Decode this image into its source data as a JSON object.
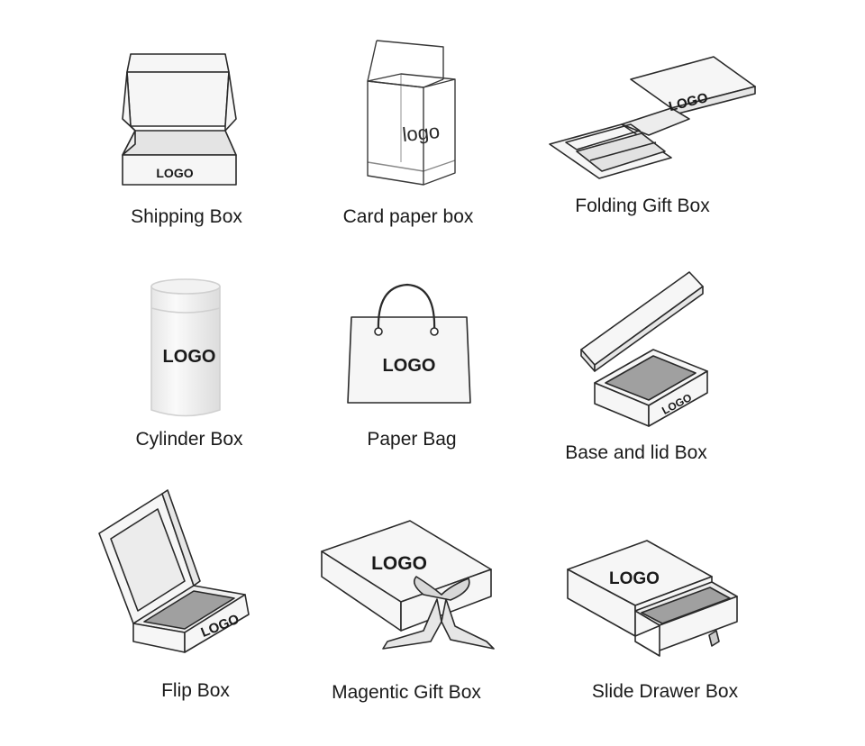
{
  "items": [
    {
      "id": "shipping-box",
      "caption": "Shipping Box",
      "logo": "LOGO"
    },
    {
      "id": "card-paper-box",
      "caption": "Card paper box",
      "logo": "logo"
    },
    {
      "id": "folding-gift-box",
      "caption": "Folding Gift Box",
      "logo": "LOGO"
    },
    {
      "id": "cylinder-box",
      "caption": "Cylinder Box",
      "logo": "LOGO"
    },
    {
      "id": "paper-bag",
      "caption": "Paper Bag",
      "logo": "LOGO"
    },
    {
      "id": "base-lid-box",
      "caption": "Base and lid Box",
      "logo": "LOGO"
    },
    {
      "id": "flip-box",
      "caption": "Flip Box",
      "logo": "LOGO"
    },
    {
      "id": "magnetic-gift-box",
      "caption": "Magentic Gift Box",
      "logo": "LOGO"
    },
    {
      "id": "slide-drawer-box",
      "caption": "Slide Drawer Box",
      "logo": "LOGO"
    }
  ],
  "colors": {
    "stroke": "#2a2a2a",
    "panel": "#f6f6f6",
    "shade": "#9a9a9a",
    "light": "#e2e2e2"
  }
}
